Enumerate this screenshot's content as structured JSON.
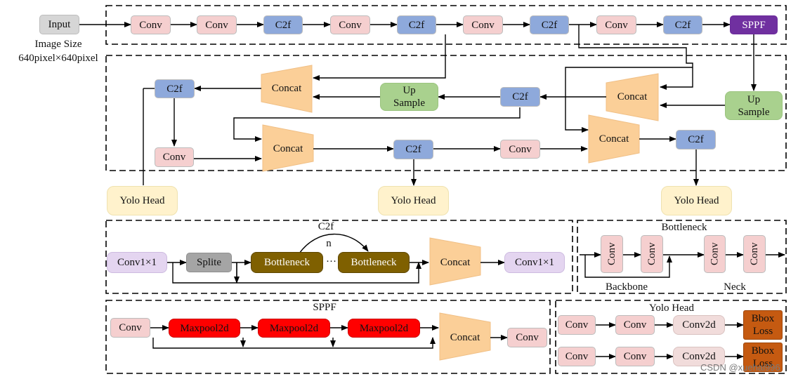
{
  "labels": {
    "input": "Input",
    "conv": "Conv",
    "c2f": "C2f",
    "sppf_block": "SPPF",
    "concat": "Concat",
    "up_sample": "Up\nSample",
    "yolo_head": "Yolo Head",
    "conv1x1": "Conv1×1",
    "splite": "Splite",
    "bottleneck": "Bottleneck",
    "maxpool2d": "Maxpool2d",
    "conv2d": "Conv2d",
    "bbox_loss": "Bbox\nLoss",
    "n": "n",
    "ellipsis": "···"
  },
  "image_size": {
    "line1": "Image Size",
    "line2": "640pixel×640pixel"
  },
  "panels": {
    "c2f_title": "C2f",
    "bottleneck_title": "Bottleneck",
    "backbone": "Backbone",
    "neck": "Neck",
    "sppf_title": "SPPF",
    "yolohead_title": "Yolo Head"
  },
  "colors": {
    "conv": "#f5cfcf",
    "c2f": "#8ea9db",
    "sppf": "#7030a0",
    "concat": "#fbcf98",
    "up_sample": "#a9d18e",
    "yolo_head": "#fff2cc",
    "bottleneck": "#7f6000",
    "maxpool2d": "#ff0000",
    "bbox_loss": "#c55a11"
  },
  "watermark": "CSDN @xuehai996"
}
